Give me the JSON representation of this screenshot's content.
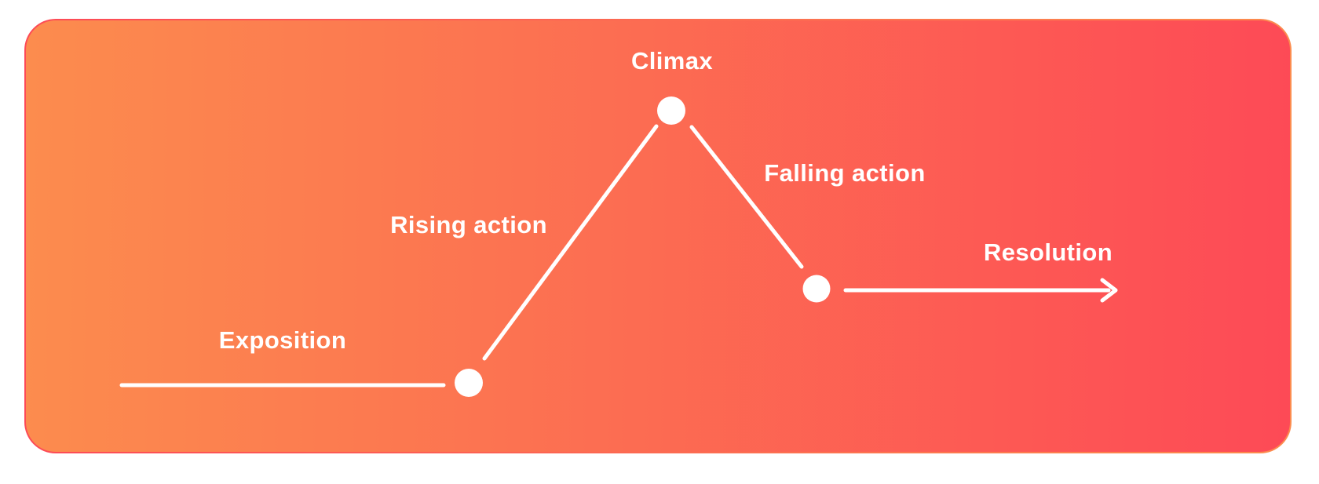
{
  "diagram": {
    "stages": [
      {
        "id": "exposition",
        "label": "Exposition"
      },
      {
        "id": "rising-action",
        "label": "Rising action"
      },
      {
        "id": "climax",
        "label": "Climax"
      },
      {
        "id": "falling-action",
        "label": "Falling action"
      },
      {
        "id": "resolution",
        "label": "Resolution"
      }
    ],
    "icons": {
      "arrowhead": "arrow-right-icon"
    },
    "colors": {
      "gradient_start": "#FC8C4E",
      "gradient_end": "#FD4A56",
      "line_color": "#FFFFFF",
      "text_color": "#FFFFFF",
      "page_background": "#FFFFFF"
    }
  }
}
